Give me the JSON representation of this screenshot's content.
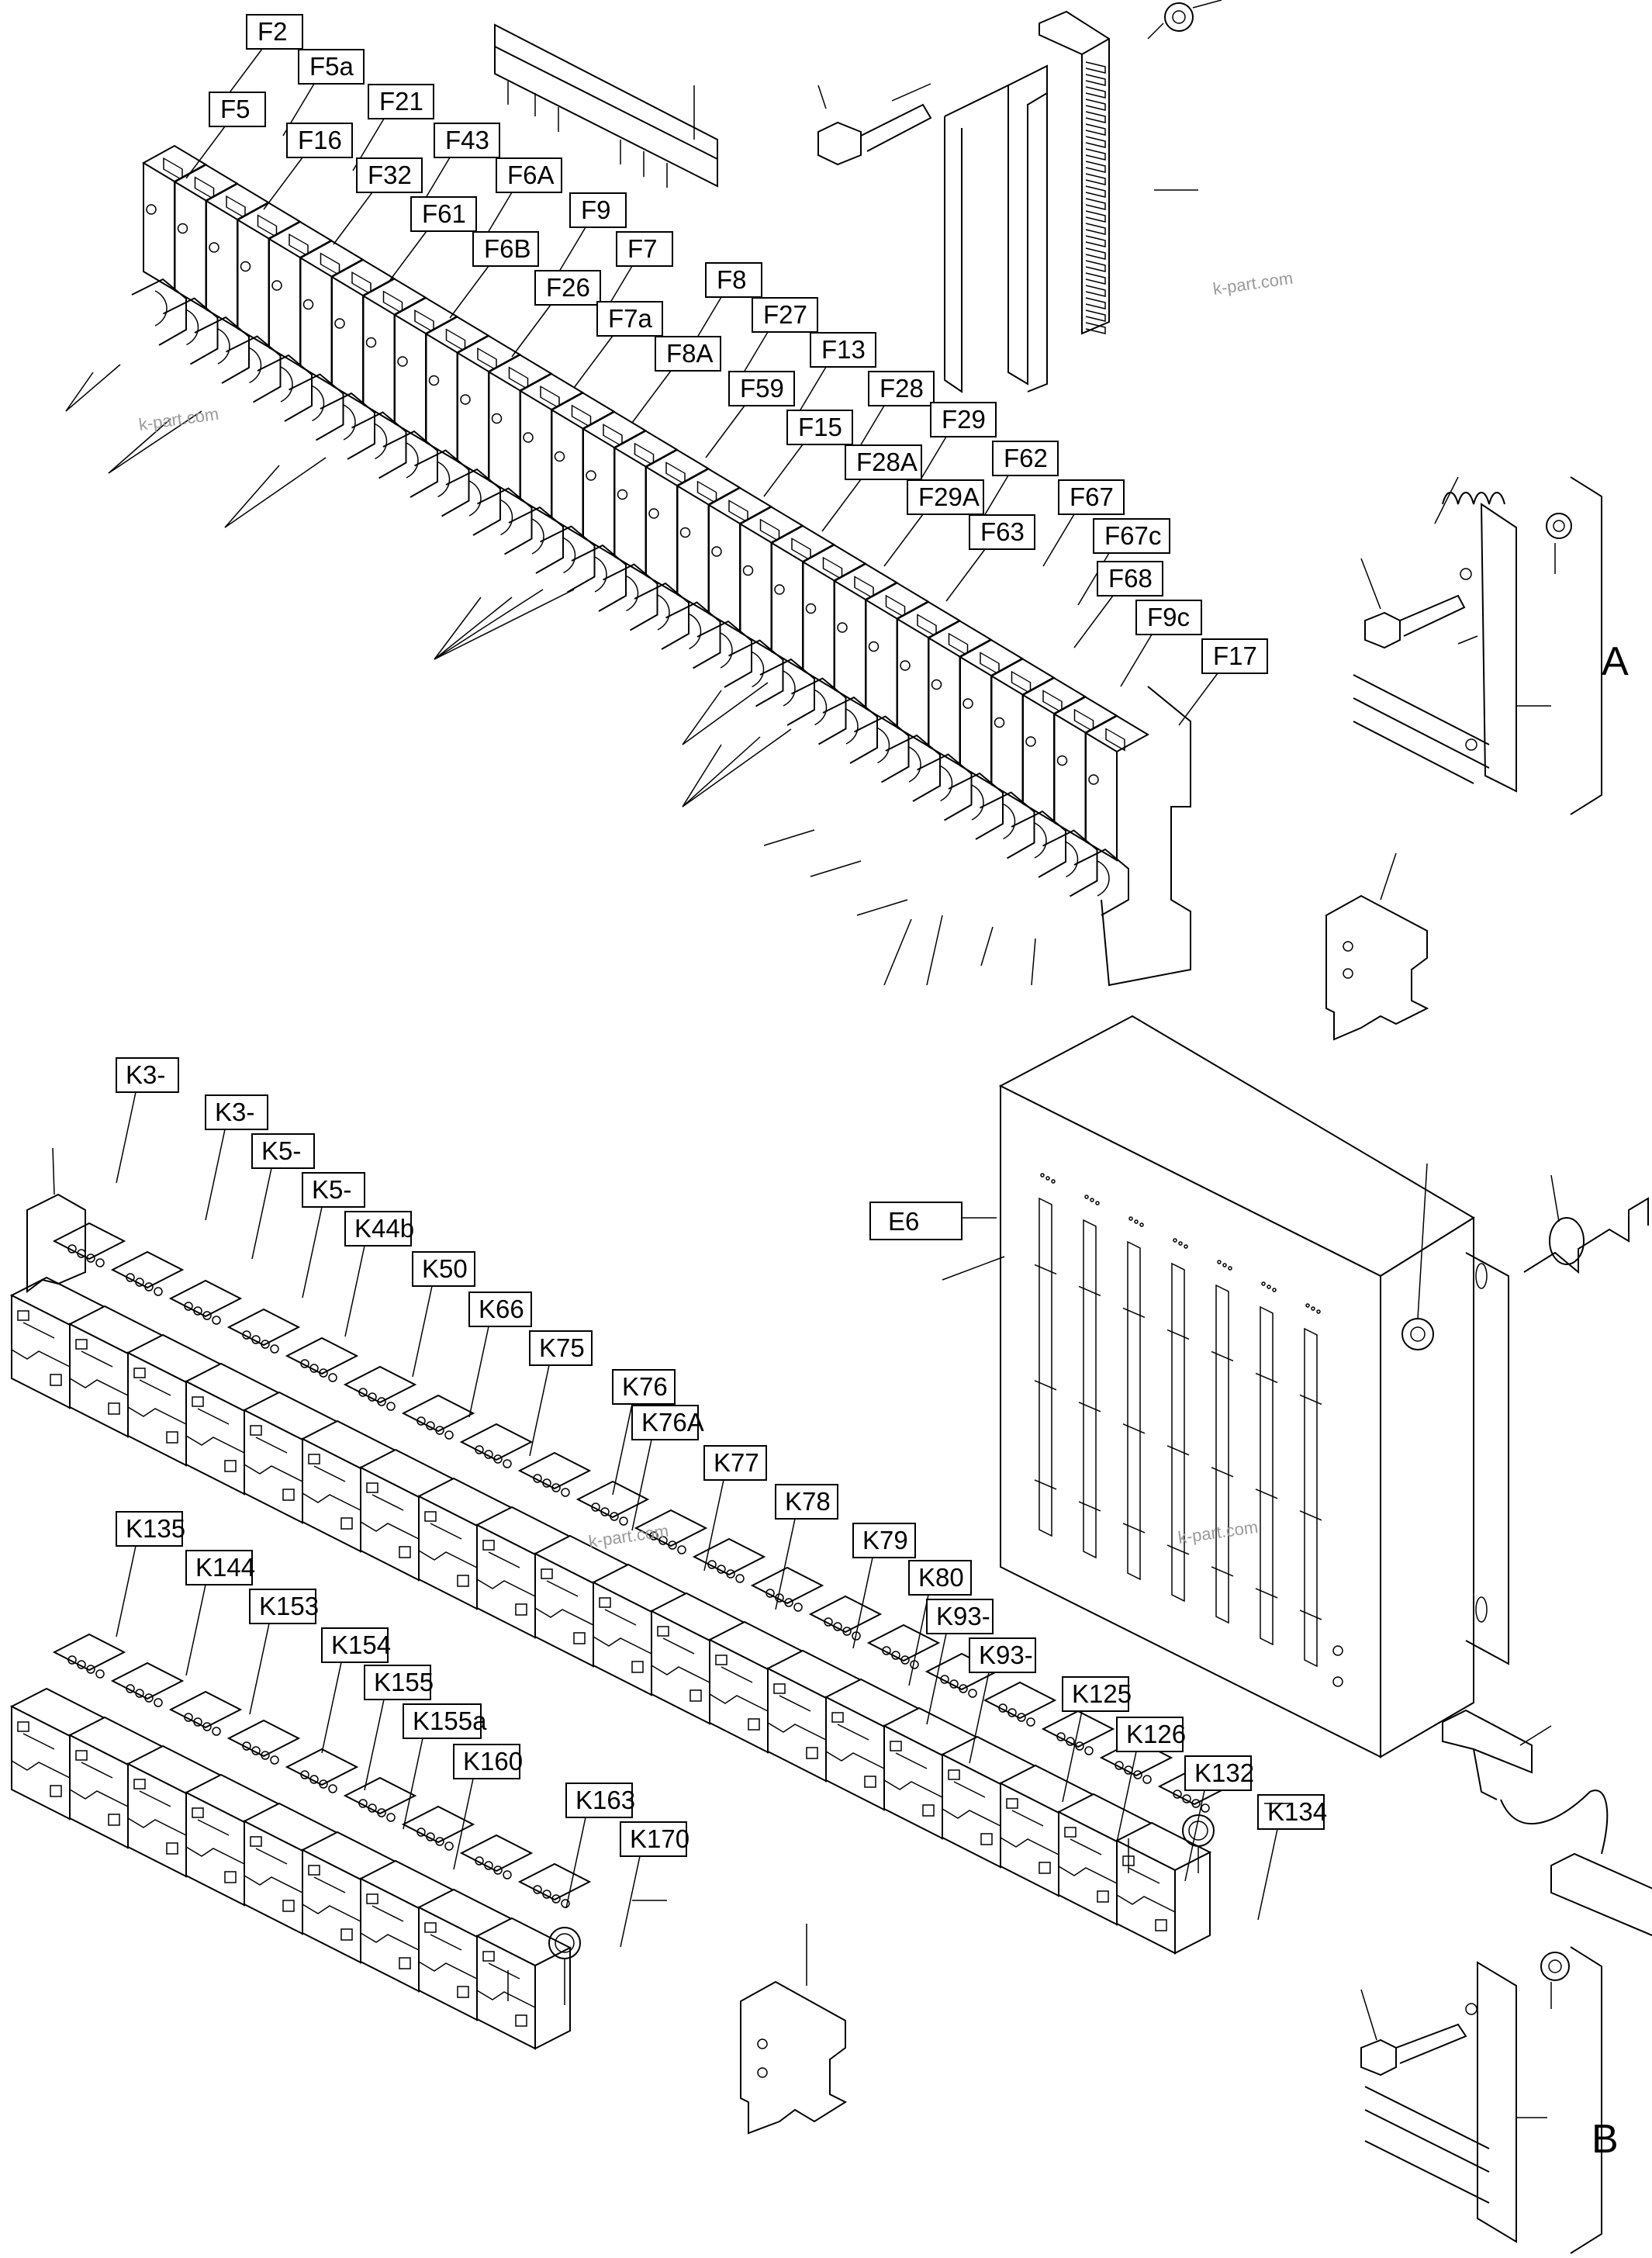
{
  "fuse_labels": [
    "F2",
    "F5a",
    "F5",
    "F21",
    "F16",
    "F43",
    "F32",
    "F6A",
    "F61",
    "F9",
    "F6B",
    "F7",
    "F26",
    "F8",
    "F7a",
    "F27",
    "F8A",
    "F13",
    "F59",
    "F28",
    "F15",
    "F29",
    "F28A",
    "F62",
    "F29A",
    "F67",
    "F63",
    "F67c",
    "F68",
    "F9c",
    "F17"
  ],
  "relay_labels_upper": [
    "K3-",
    "K3-",
    "K5-",
    "K5-",
    "K44b",
    "K50",
    "K66",
    "K75",
    "K76",
    "K76A",
    "K77",
    "K78",
    "K79",
    "K80",
    "K93-",
    "K93-",
    "K125",
    "K126",
    "K132",
    "K134"
  ],
  "relay_labels_lower": [
    "K135",
    "K144",
    "K153",
    "K154",
    "K155",
    "K155a",
    "K160",
    "K163",
    "K170"
  ],
  "component_labels": {
    "e6": "E6"
  },
  "callouts": {
    "a": "A",
    "b": "B"
  },
  "watermarks": [
    "k-part.com",
    "k-part.com",
    "k-part.com",
    "k-part.com"
  ]
}
